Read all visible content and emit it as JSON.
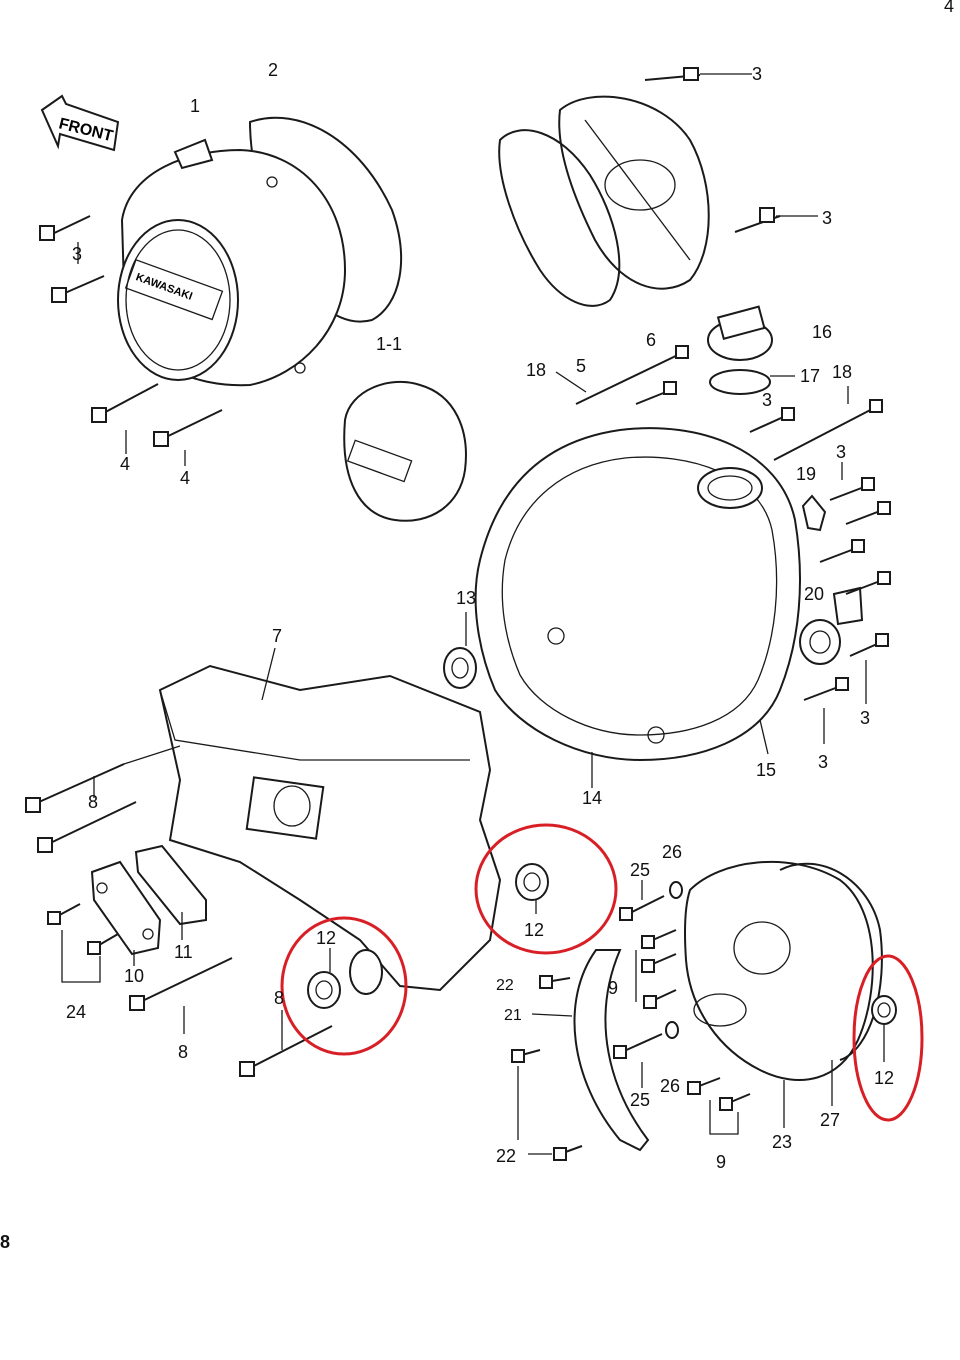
{
  "page_marker": "4",
  "edge_marker": "8",
  "front_sign": "FRONT",
  "cover_badge_text": "KAWASAKI",
  "highlight_color": "#d81f26",
  "labels": {
    "p1": "1",
    "p2": "2",
    "p3_top": "3",
    "p3_left": "3",
    "p3_right": "3",
    "p1_1": "1-1",
    "p4_a": "4",
    "p4_b": "4",
    "p5": "5",
    "p6": "6",
    "p16": "16",
    "p17": "17",
    "p18_a": "18",
    "p18_b": "18",
    "p3_mid": "3",
    "p19": "19",
    "p3_r1": "3",
    "p13": "13",
    "p20": "20",
    "p3_r2": "3",
    "p3_r3": "3",
    "p7": "7",
    "p8_a": "8",
    "p14": "14",
    "p15": "15",
    "p12_a": "12",
    "p26_a": "26",
    "p25_a": "25",
    "p12_b": "12",
    "p11": "11",
    "p10": "10",
    "p24": "24",
    "p8_b": "8",
    "p8_c": "8",
    "p22_a": "22",
    "p9_a": "9",
    "p21": "21",
    "p12_c": "12",
    "p25_b": "25",
    "p26_b": "26",
    "p27": "27",
    "p23": "23",
    "p9_b": "9",
    "p22_b": "22"
  }
}
